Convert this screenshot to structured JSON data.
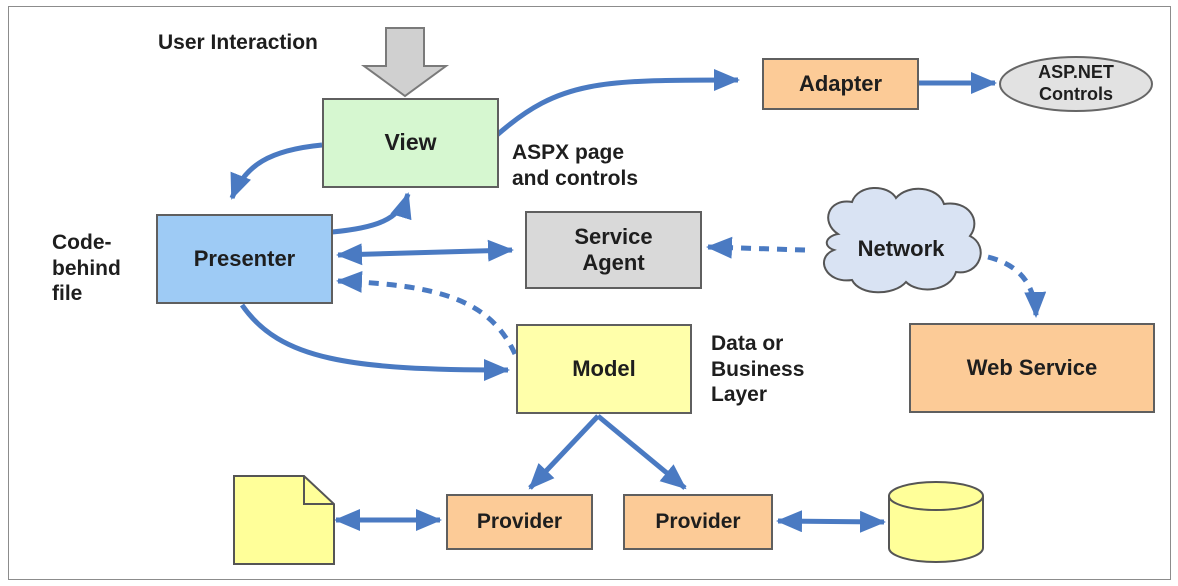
{
  "colors": {
    "arrow": "#4a7ac2",
    "view_fill": "#d6f7d0",
    "presenter_fill": "#9ecbf5",
    "model_fill": "#ffffaa",
    "service_agent_fill": "#d9d9d9",
    "orange_fill": "#fccb97",
    "user_arrow_fill": "#d0d0d0",
    "cloud_fill": "#d9e3f3",
    "aspnet_fill": "#e2e2e2"
  },
  "labels": {
    "user_interaction": "User Interaction",
    "aspx_page": "ASPX page\nand controls",
    "code_behind": "Code-\nbehind\nfile",
    "data_layer": "Data or\nBusiness\nLayer"
  },
  "nodes": {
    "view": "View",
    "presenter": "Presenter",
    "model": "Model",
    "service_agent": "Service\nAgent",
    "network": "Network",
    "web_service": "Web Service",
    "adapter": "Adapter",
    "aspnet_controls": "ASP.NET\nControls",
    "provider_left": "Provider",
    "provider_right": "Provider"
  },
  "icons": {
    "document": "document-icon",
    "database": "database-icon",
    "cloud": "cloud-icon"
  }
}
